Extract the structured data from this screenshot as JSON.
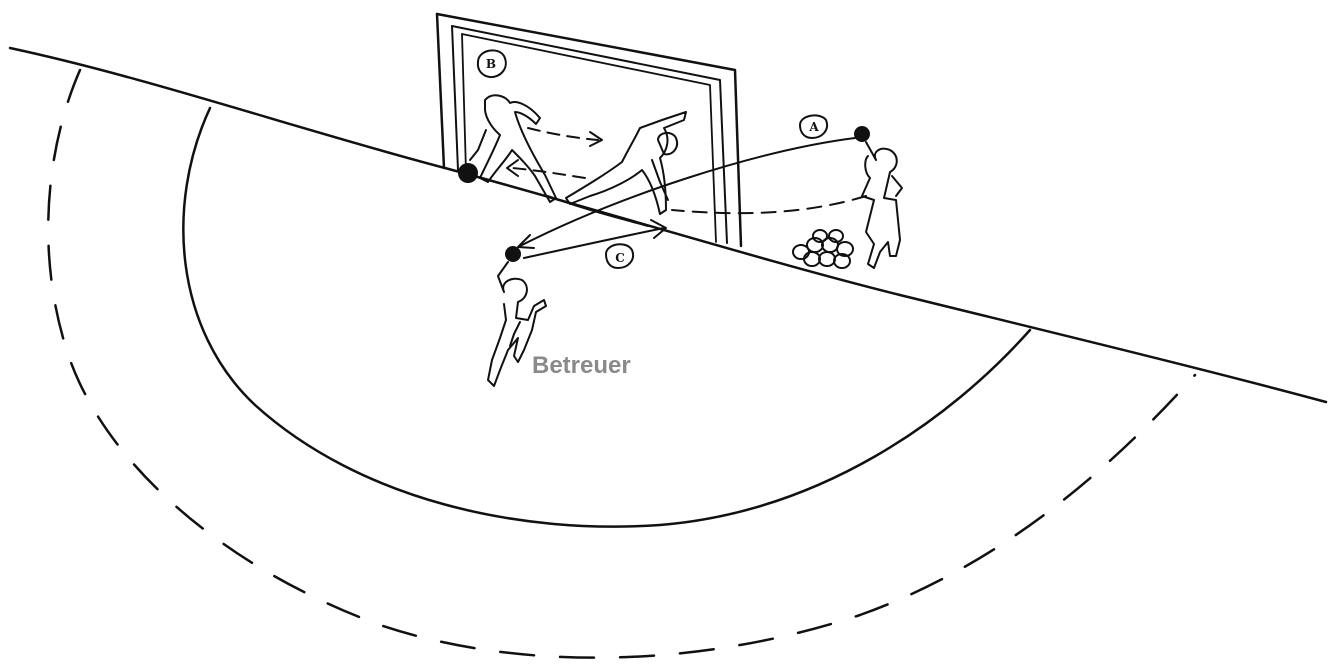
{
  "labels": {
    "marker_a": "A",
    "marker_b": "B",
    "marker_c": "C",
    "coach": "Betreuer"
  },
  "colors": {
    "ink": "#111111",
    "coach_text": "#8a8a8a"
  }
}
